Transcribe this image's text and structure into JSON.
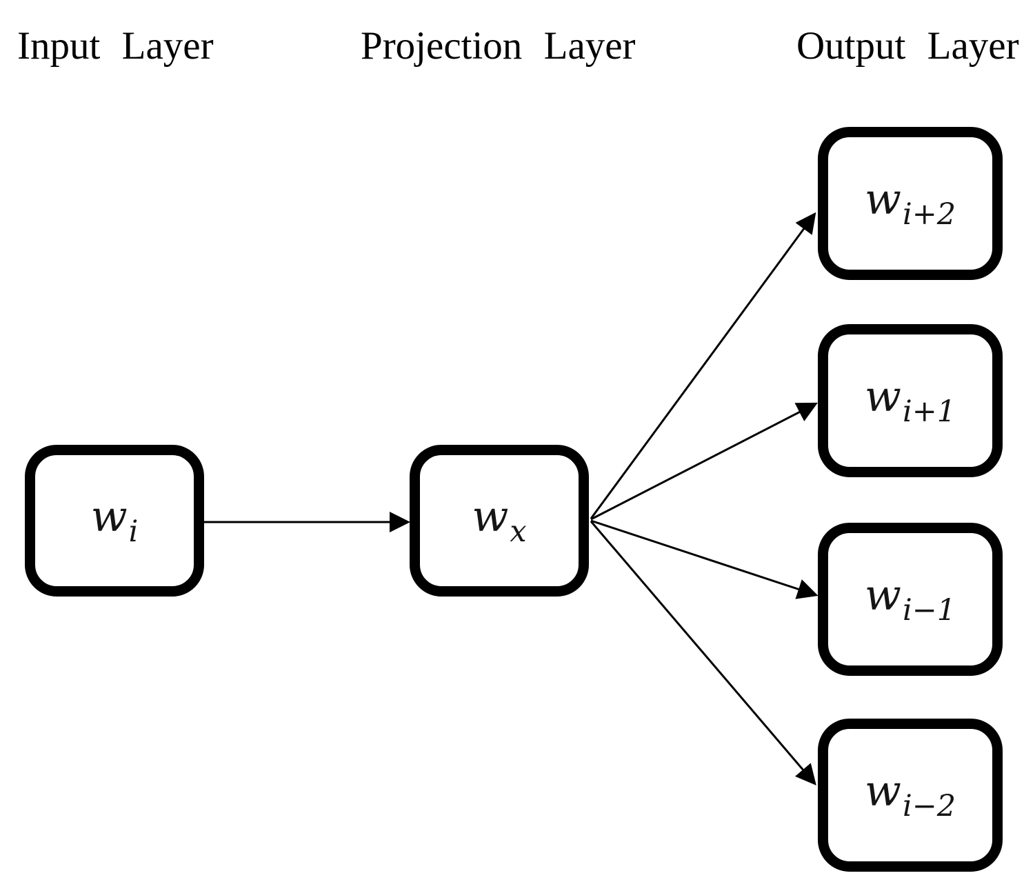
{
  "figure": {
    "background_color": "#ffffff",
    "line_color": "#000000",
    "layers": [
      {
        "id": "input",
        "label": "Input Layer",
        "nodes": [
          {
            "base": "w",
            "sub": "i"
          }
        ]
      },
      {
        "id": "projection",
        "label": "Projection Layer",
        "nodes": [
          {
            "base": "w",
            "sub": "x"
          }
        ]
      },
      {
        "id": "output",
        "label": "Output Layer",
        "nodes": [
          {
            "base": "w",
            "sub": "i+2"
          },
          {
            "base": "w",
            "sub": "i+1"
          },
          {
            "base": "w",
            "sub": "i−1"
          },
          {
            "base": "w",
            "sub": "i−2"
          }
        ]
      }
    ],
    "edges": [
      {
        "from": "w_i",
        "to": "w_x"
      },
      {
        "from": "w_x",
        "to": "w_i+2"
      },
      {
        "from": "w_x",
        "to": "w_i+1"
      },
      {
        "from": "w_x",
        "to": "w_i−1"
      },
      {
        "from": "w_x",
        "to": "w_i−2"
      }
    ]
  }
}
